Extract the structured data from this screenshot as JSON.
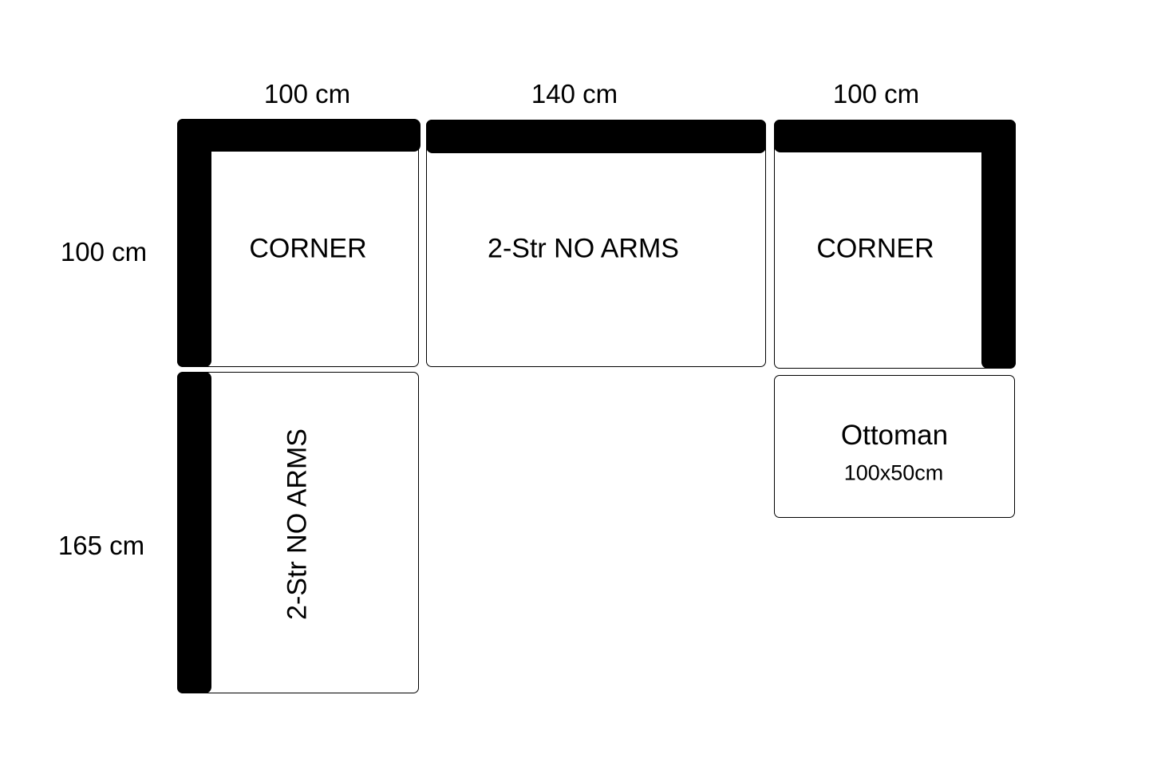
{
  "dimensions": {
    "top_left_width": "100 cm",
    "top_middle_width": "140 cm",
    "top_right_width": "100 cm",
    "left_top_depth": "100 cm",
    "left_bottom_depth": "165 cm"
  },
  "modules": {
    "corner_left": "CORNER",
    "two_seater_middle": "2-Str NO ARMS",
    "corner_right": "CORNER",
    "two_seater_left": "2-Str NO ARMS",
    "ottoman": "Ottoman",
    "ottoman_size": "100x50cm"
  }
}
